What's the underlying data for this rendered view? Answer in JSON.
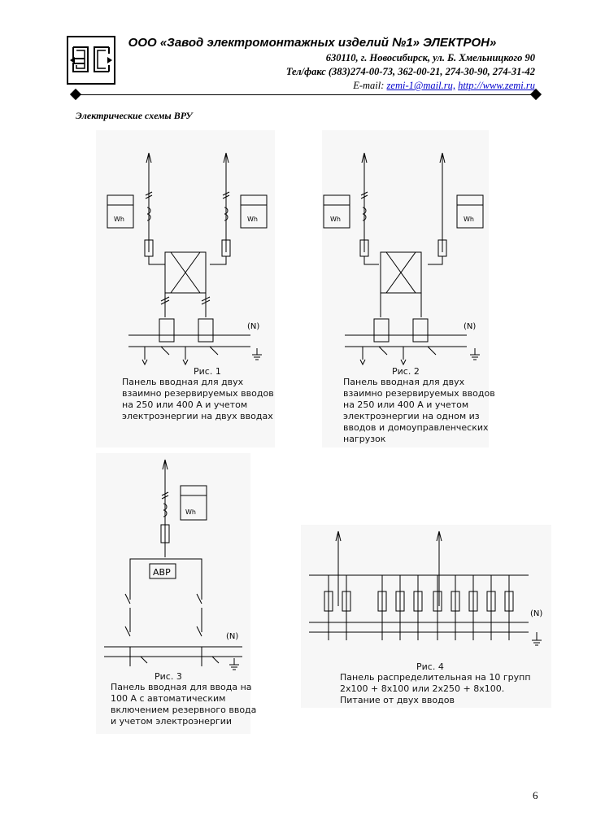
{
  "header": {
    "company": "ООО «Завод электромонтажных изделий №1» ЭЛЕКТРОН»",
    "address": "630110, г. Новосибирск, ул. Б. Хмельницкого 90",
    "phone": "Тел/факс (383)274-00-73, 362-00-21, 274-30-90, 274-31-42",
    "email_prefix": "E-mail:",
    "email": "zemi-1@mail.ru,",
    "website": "http://www.zemi.ru",
    "logo_text": "ЭС"
  },
  "section_title": "Электрические схемы ВРУ",
  "figures": [
    {
      "title": "Рис. 1",
      "caption_lines": [
        "Панель вводная для двух",
        "взаимно резервируемых вводов",
        "на 250 или 400 А и учетом",
        "электроэнергии на двух вводах"
      ],
      "labels": {
        "meter_left": "Wh",
        "meter_right": "Wh",
        "neutral": "(N)"
      }
    },
    {
      "title": "Рис. 2",
      "caption_lines": [
        "Панель вводная для двух",
        "взаимно резервируемых вводов",
        "на 250 или 400 А и учетом",
        "электроэнергии на одном из",
        "вводов и домоуправленческих",
        "нагрузок"
      ],
      "labels": {
        "meter_left": "Wh",
        "meter_right": "Wh",
        "neutral": "(N)"
      }
    },
    {
      "title": "Рис. 3",
      "caption_lines": [
        "Панель вводная для ввода на",
        "100 А с автоматическим",
        "включением резервного ввода",
        "и учетом электроэнергии"
      ],
      "labels": {
        "meter": "Wh",
        "avr": "АВР",
        "neutral": "(N)"
      }
    },
    {
      "title": "Рис. 4",
      "caption_lines": [
        "Панель распределительная на 10 групп",
        "2х100 + 8х100 или 2х250 + 8х100.",
        "Питание от двух вводов"
      ],
      "labels": {
        "neutral": "(N)"
      }
    }
  ],
  "page_number": "6"
}
